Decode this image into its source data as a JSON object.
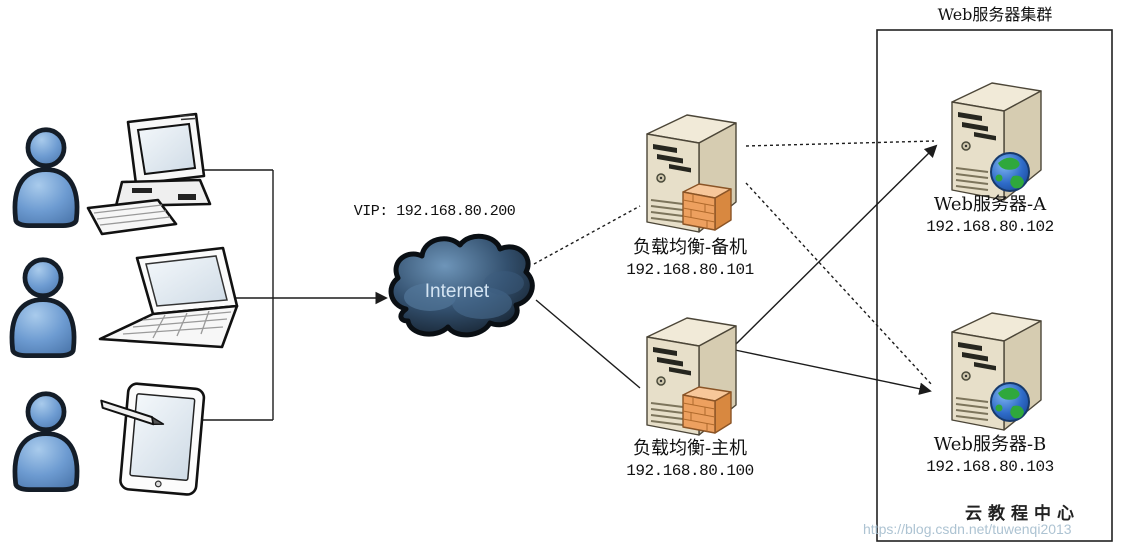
{
  "diagram": {
    "cluster": {
      "title": "Web服务器集群",
      "footer": "云教程中心"
    },
    "vip_label": "VIP: 192.168.80.200",
    "internet_label": "Internet",
    "nodes": {
      "lb_backup": {
        "name": "负载均衡-备机",
        "ip": "192.168.80.101"
      },
      "lb_primary": {
        "name": "负载均衡-主机",
        "ip": "192.168.80.100"
      },
      "web_a": {
        "name": "Web服务器-A",
        "ip": "192.168.80.102"
      },
      "web_b": {
        "name": "Web服务器-B",
        "ip": "192.168.80.103"
      }
    },
    "links": [
      {
        "from": "desktop-computer",
        "to": "client-bus",
        "style": "solid"
      },
      {
        "from": "laptop",
        "to": "internet-cloud",
        "style": "solid-arrow"
      },
      {
        "from": "tablet",
        "to": "client-bus",
        "style": "solid"
      },
      {
        "from": "internet-cloud",
        "to": "lb_backup",
        "style": "dotted"
      },
      {
        "from": "internet-cloud",
        "to": "lb_primary",
        "style": "solid"
      },
      {
        "from": "lb_backup",
        "to": "web_a",
        "style": "dotted"
      },
      {
        "from": "lb_backup",
        "to": "web_b",
        "style": "dotted"
      },
      {
        "from": "lb_primary",
        "to": "web_a",
        "style": "solid-arrow"
      },
      {
        "from": "lb_primary",
        "to": "web_b",
        "style": "solid-arrow"
      }
    ],
    "watermark": "https://blog.csdn.net/tuwenqi2013"
  },
  "icons": {
    "user": "person-icon (blue figure)",
    "desktop": "desktop-computer-icon",
    "laptop": "laptop-icon",
    "tablet": "tablet-with-stylus-icon",
    "cloud": "internet-cloud-icon",
    "server": "server-tower-icon",
    "firewall": "firewall-brick-icon",
    "globe": "globe-icon"
  },
  "colors": {
    "person_blue": "#6d9bd1",
    "outline_dark": "#141d28",
    "server_beige": "#e7dfc9",
    "firewall_orange": "#eda05f",
    "globe_blue": "#2e6bc8",
    "globe_green": "#2fa83c",
    "cloud_dark_blue": "#2c4763",
    "cloud_text": "#d4e4f2",
    "line_black": "#1c1c1c",
    "watermark_blue": "#9fb9cb"
  }
}
